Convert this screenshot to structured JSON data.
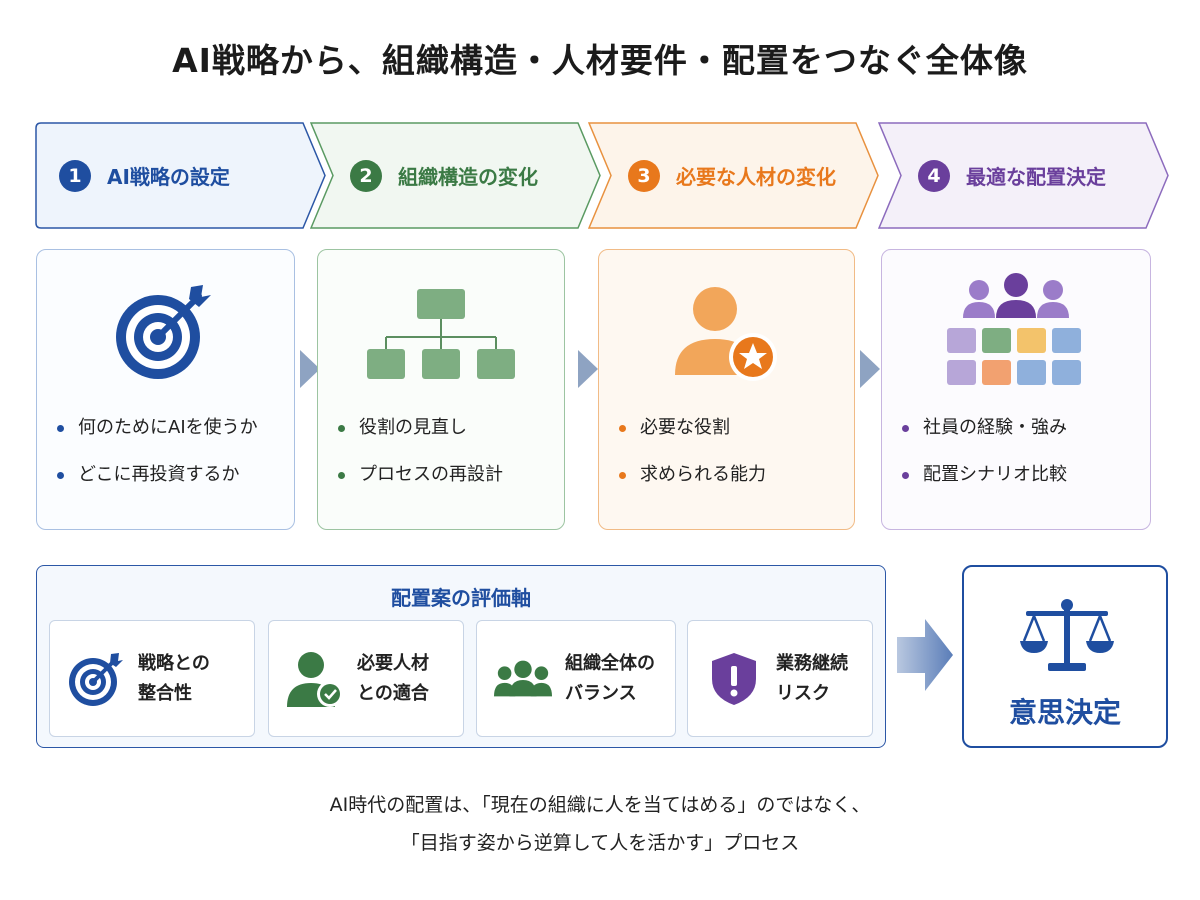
{
  "title": "AI戦略から、組織構造・人材要件・配置をつなぐ全体像",
  "steps": [
    {
      "number": "1",
      "label": "AI戦略の設定",
      "color": "#1f4ea0"
    },
    {
      "number": "2",
      "label": "組織構造の変化",
      "color": "#3b7a45"
    },
    {
      "number": "3",
      "label": "必要な人材の変化",
      "color": "#e8781c"
    },
    {
      "number": "4",
      "label": "最適な配置決定",
      "color": "#6a3f9c"
    }
  ],
  "cards": [
    {
      "icon": "target-icon",
      "bullets": [
        "何のためにAIを使うか",
        "どこに再投資するか"
      ]
    },
    {
      "icon": "org-chart-icon",
      "bullets": [
        "役割の見直し",
        "プロセスの再設計"
      ]
    },
    {
      "icon": "person-star-icon",
      "bullets": [
        "必要な役割",
        "求められる能力"
      ]
    },
    {
      "icon": "people-grid-icon",
      "bullets": [
        "社員の経験・強み",
        "配置シナリオ比較"
      ]
    }
  ],
  "evaluation": {
    "title": "配置案の評価軸",
    "criteria": [
      {
        "icon": "target-icon",
        "line1": "戦略との",
        "line2": "整合性"
      },
      {
        "icon": "person-check-icon",
        "line1": "必要人材",
        "line2": "との適合"
      },
      {
        "icon": "group-icon",
        "line1": "組織全体の",
        "line2": "バランス"
      },
      {
        "icon": "shield-alert-icon",
        "line1": "業務継続",
        "line2": "リスク"
      }
    ]
  },
  "decision": {
    "label": "意思決定",
    "icon": "scale-icon"
  },
  "footer": {
    "line1": "AI時代の配置は、「現在の組織に人を当てはめる」のではなく、",
    "line2": "「目指す姿から逆算して人を活かす」プロセス"
  }
}
